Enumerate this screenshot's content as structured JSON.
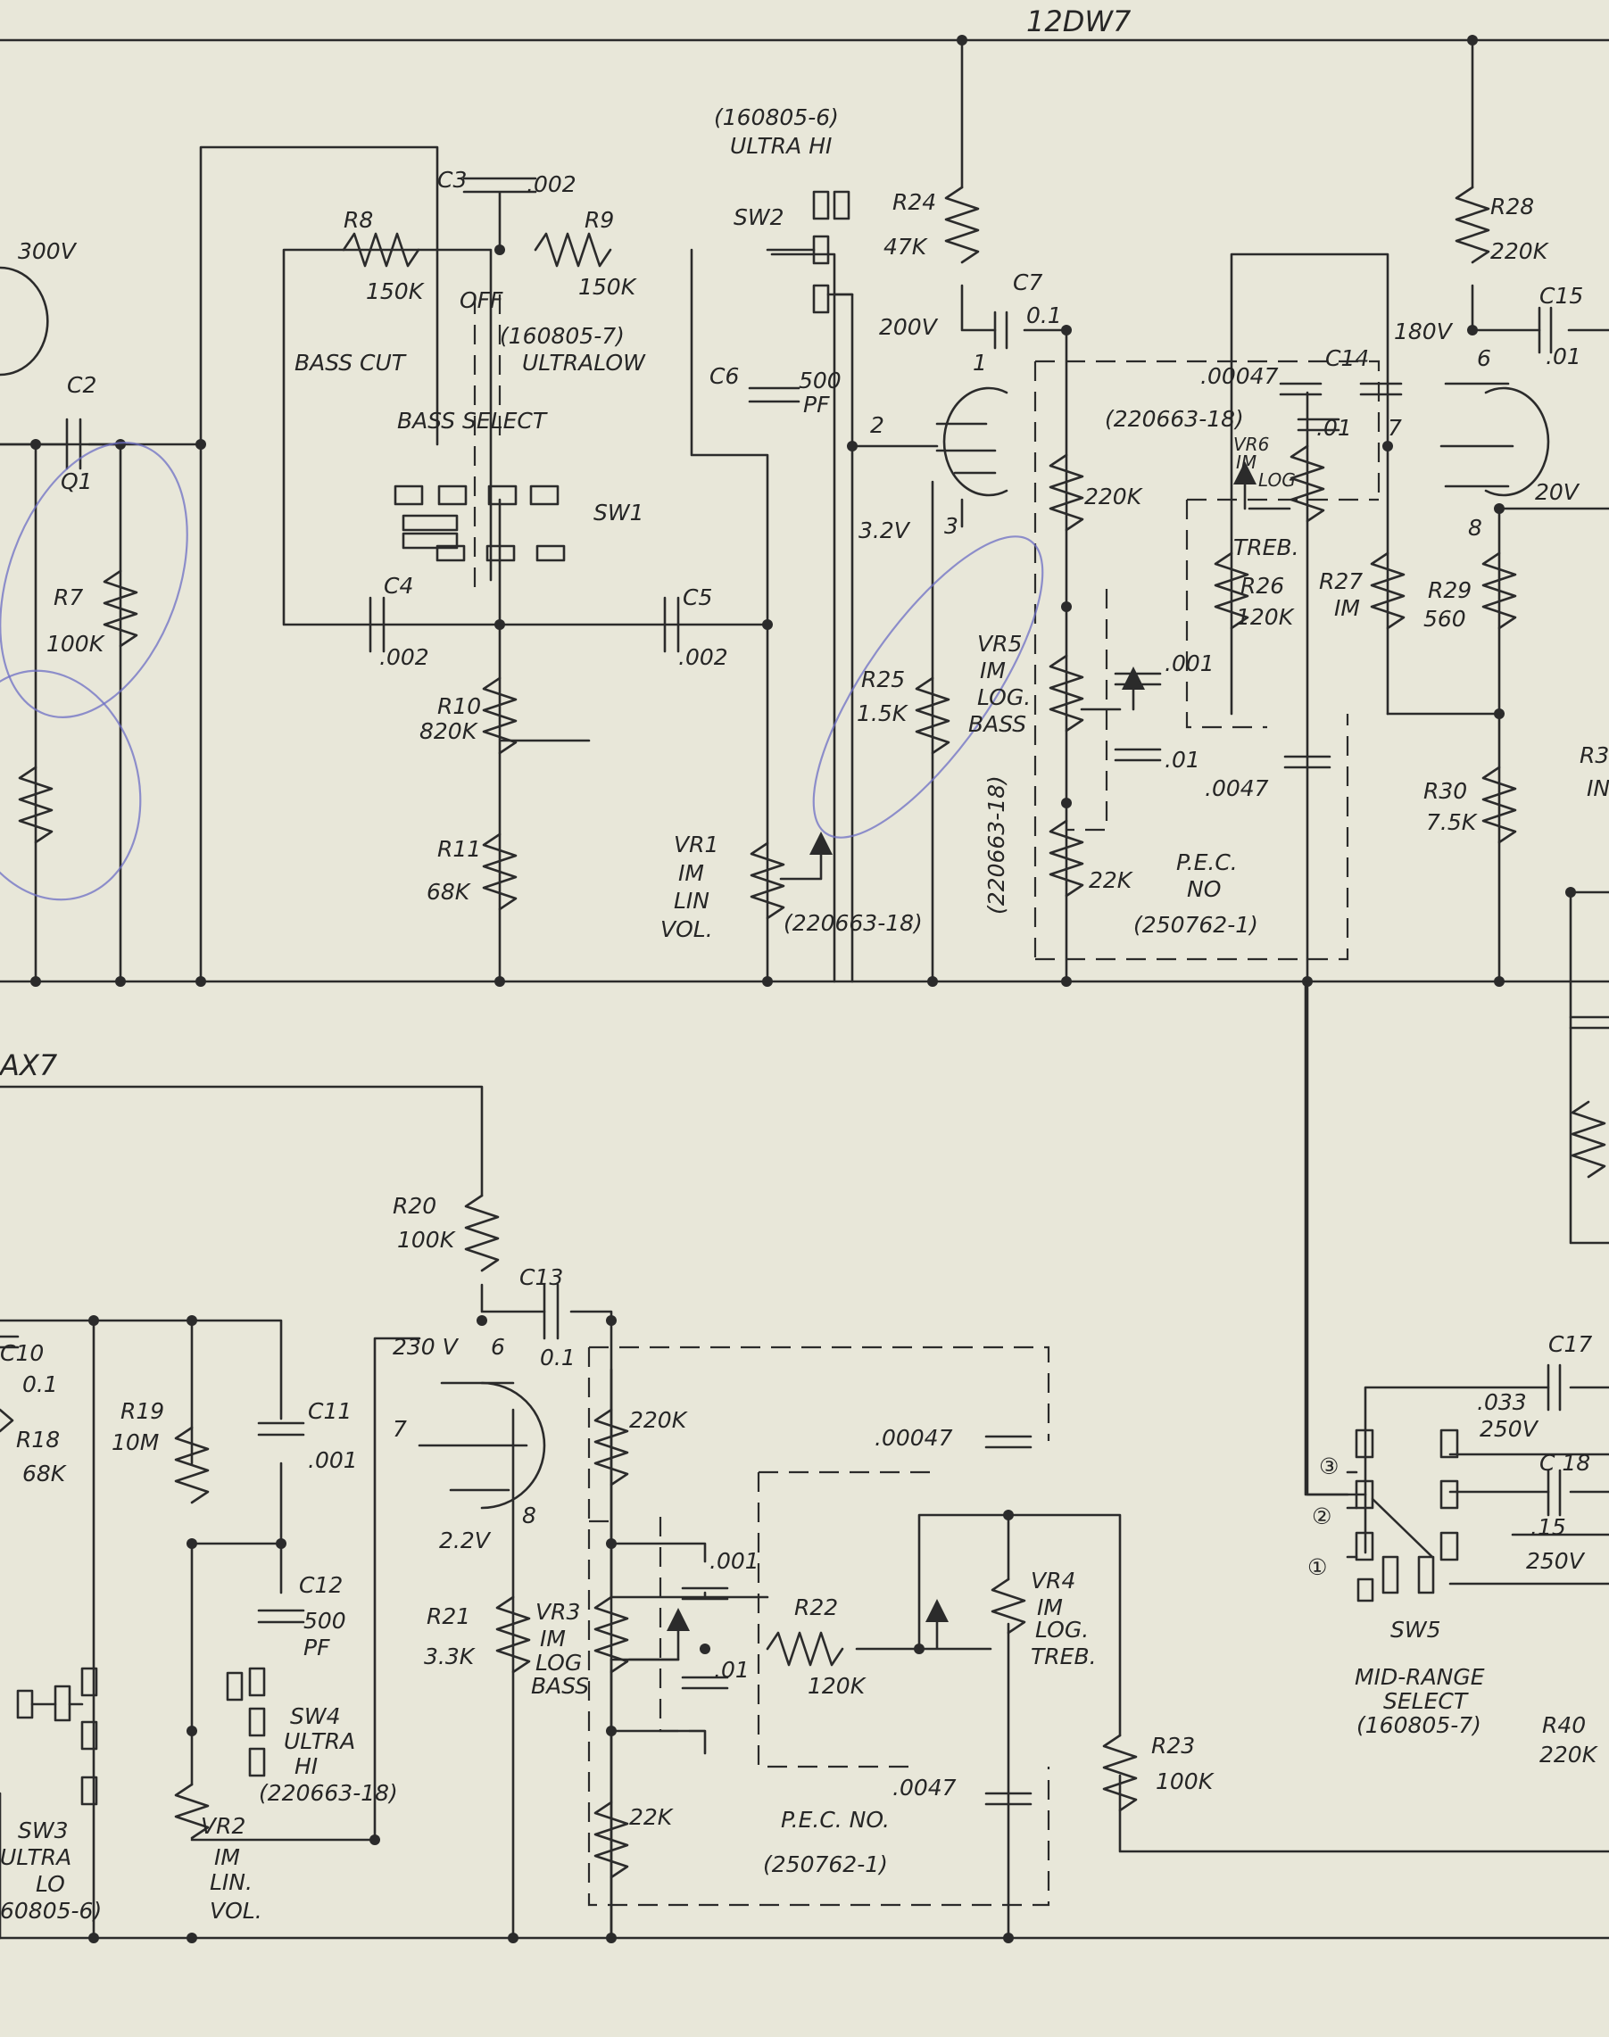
{
  "labels": {
    "tube_12dw7": "12DW7",
    "tube_12ax7": "AX7",
    "sw2_part": "(160805-6)",
    "sw2_name": "ULTRA HI",
    "sw2": "SW2",
    "c3": "C3",
    "c3_value": ".002",
    "r8": "R8",
    "r9": "R9",
    "r8_value": "150K",
    "r9_value": "150K",
    "off": "OFF",
    "sw1_part": "(160805-7)",
    "bass_cut": "BASS CUT",
    "ultra_low": "ULTRALOW",
    "bass_select": "BASS SELECT",
    "sw1": "SW1",
    "v300": "300V",
    "c2": "C2",
    "c2_value": "Q1",
    "r7": "R7",
    "r7_value": "100K",
    "c4": "C4",
    "c4_value": ".002",
    "c5": "C5",
    "c5_value": ".002",
    "r10": "R10",
    "r10_value": "820K",
    "r11": "R11",
    "r11_value": "68K",
    "c6": "C6",
    "c6_value": "500",
    "c6_unit": "PF",
    "r24": "R24",
    "r24_value": "47K",
    "v200": "200V",
    "c7": "C7",
    "c7_value": "0.1",
    "pin1": "1",
    "pin2": "2",
    "pin3": "3",
    "v3_2": "3.2V",
    "r25": "R25",
    "r25_value": "1.5K",
    "r220k_top": "220K",
    "vr5": "VR5",
    "vr5_value": "IM",
    "vr5_taper": "LOG.",
    "vr5_function": "BASS",
    "vr5_part": "(220663-18)",
    "r22k_top": "22K",
    "c001_top": ".001",
    "c01_mid": ".01",
    "c0047_top": ".0047",
    "pec_top": "P.E.C.",
    "pec_top_no": "NO",
    "pec_top_part": "(250762-1)",
    "vr1": "VR1",
    "vr1_value": "IM",
    "vr1_taper": "LIN",
    "vr1_function": "VOL.",
    "vr1_part": "(220663-18)",
    "c00047_top": ".00047",
    "c14": "C14",
    "vr6_part": "(220663-18)",
    "c01_top": ".01",
    "pin7_top": "7",
    "vr6": "VR6",
    "vr6_value": "IM",
    "vr6_taper": "LOG",
    "vr6_function": "TREB.",
    "r26": "R26",
    "r26_value": "120K",
    "r27": "R27",
    "r27_value": "IM",
    "r29": "R29",
    "r29_value": "560",
    "r30": "R30",
    "r30_value": "7.5K",
    "r28": "R28",
    "r28_value": "220K",
    "c15": "C15",
    "c15_value": ".01",
    "v180": "180V",
    "pin6_top": "6",
    "v20": "20V",
    "pin8_top": "8",
    "r3_partial": "R3",
    "r3_value_partial": "IN",
    "r20": "R20",
    "r20_value": "100K",
    "c13": "C13",
    "c13_value": "0.1",
    "v230": "230 V",
    "pin6_bottom": "6",
    "pin7_bottom": "7",
    "pin8_bottom": "8",
    "v2_2": "2.2V",
    "c10": "C10",
    "c10_value": "0.1",
    "r18": "R18",
    "r18_value": "68K",
    "r19": "R19",
    "r19_value": "10M",
    "c11": "C11",
    "c11_value": ".001",
    "c12": "C12",
    "c12_value": "500",
    "c12_unit": "PF",
    "sw4": "SW4",
    "sw4_name_1": "ULTRA",
    "sw4_name_2": "HI",
    "sw4_part": "(220663-18)",
    "vr2": "VR2",
    "vr2_value": "IM",
    "vr2_taper": "LIN.",
    "vr2_function": "VOL.",
    "sw3": "SW3",
    "sw3_name_1": "ULTRA",
    "sw3_name_2": "LO",
    "sw3_part": "60805-6)",
    "r21": "R21",
    "r21_value": "3.3K",
    "vr3": "VR3",
    "vr3_value": "IM",
    "vr3_taper": "LOG",
    "vr3_function": "BASS",
    "r220k_bottom": "220K",
    "r22k_bottom": "22K",
    "c001_bottom": ".001",
    "c01_bottom": ".01",
    "r22": "R22",
    "r22_value": "120K",
    "c00047_bottom": ".00047",
    "c0047_bottom": ".0047",
    "vr4": "VR4",
    "vr4_value": "IM",
    "vr4_taper": "LOG.",
    "vr4_function": "TREB.",
    "r23": "R23",
    "r23_value": "100K",
    "pec_bottom": "P.E.C. NO.",
    "pec_bottom_part": "(250762-1)",
    "c17": "C17",
    "c17_value": ".033",
    "c17_voltage": "250V",
    "c18": "C 18",
    "c18_value": ".15",
    "c18_voltage": "250V",
    "pos3": "③",
    "pos2": "②",
    "pos1": "①",
    "sw5": "SW5",
    "sw5_name_1": "MID-RANGE",
    "sw5_name_2": "SELECT",
    "sw5_part": "(160805-7)",
    "r40": "R40",
    "r40_value": "220K"
  }
}
